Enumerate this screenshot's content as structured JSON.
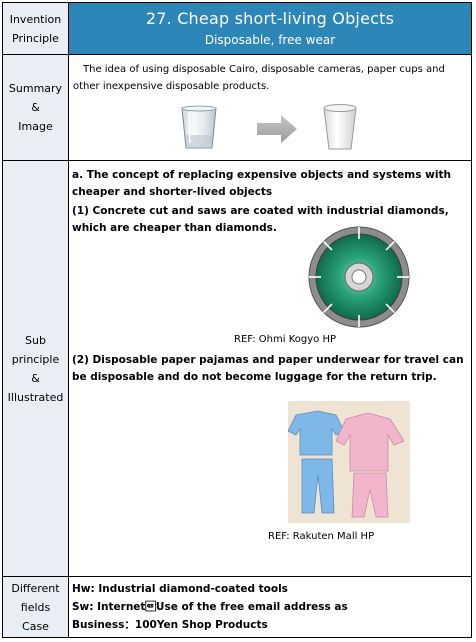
{
  "header": {
    "label_line1": "Invention",
    "label_line2": "Principle",
    "title": "27. Cheap short-living Objects",
    "subtitle": "Disposable, free wear"
  },
  "summary": {
    "label_line1": "Summary",
    "label_line2": "&",
    "label_line3": "Image",
    "text": "The idea of using disposable Cairo, disposable cameras, paper cups and other inexpensive disposable products.",
    "images": [
      "glass-cup",
      "arrow-right",
      "paper-cup"
    ]
  },
  "sub_principle": {
    "label_line1": "Sub",
    "label_line2": "principle",
    "label_line3": "&",
    "label_line4": "Illustrated",
    "concept": "a. The concept of replacing expensive objects and systems with cheaper and shorter-lived objects",
    "example1": "(1) Concrete cut and saws are coated with industrial diamonds, which are cheaper than diamonds.",
    "ref1": "REF: Ohmi Kogyo HP",
    "example2": "(2) Disposable paper pajamas and paper underwear for travel can be disposable and do not become luggage for the return trip.",
    "ref2": "REF: Rakuten Mall HP",
    "images": [
      "diamond-saw-blade",
      "paper-pajamas"
    ]
  },
  "fields_case": {
    "label_line1": "Different",
    "label_line2": "fields",
    "label_line3": "Case",
    "hw": "Hw: Industrial diamond-coated tools",
    "sw": "Sw: Internet\u001dUse of the free email address as",
    "business": "Business：100Yen Shop Products"
  },
  "colors": {
    "header_blue": "#2d86b8",
    "label_bg": "#e9eef4",
    "blade_green": "#1f8f6a",
    "blue_pajama": "#7db8e8",
    "pink_pajama": "#f2b6cc"
  }
}
